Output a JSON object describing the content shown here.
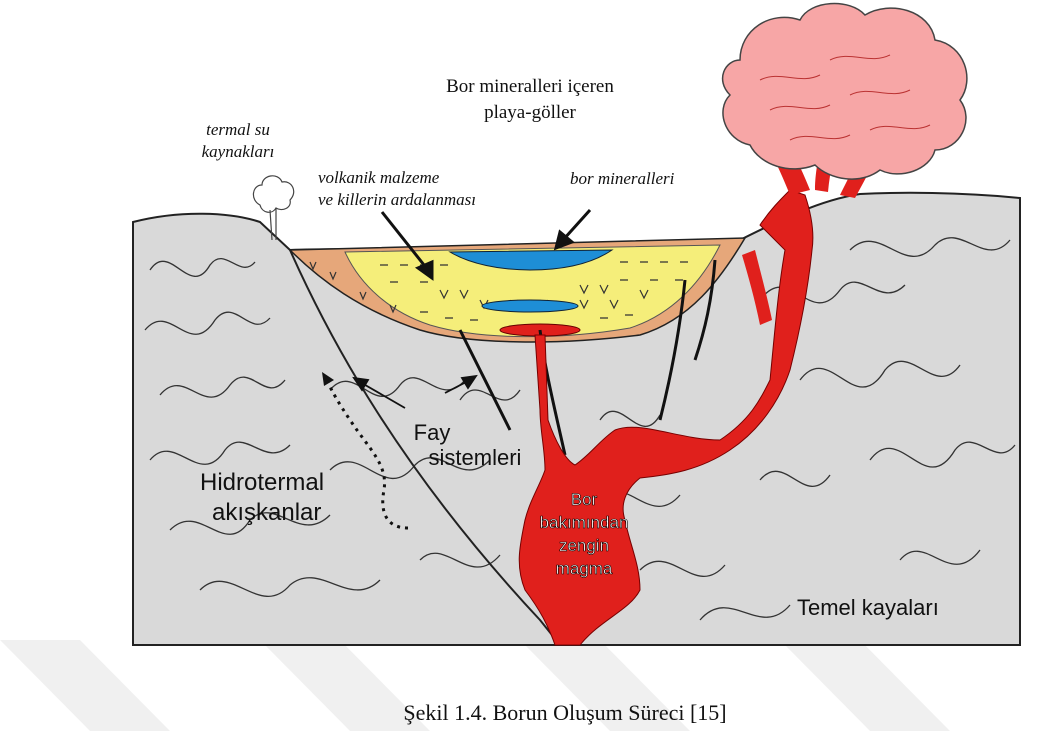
{
  "labels": {
    "playa_line1": "Bor mineralleri içeren",
    "playa_line2": "playa-göller",
    "termal_line1": "termal su",
    "termal_line2": "kaynakları",
    "volkanik_line1": "volkanik malzeme",
    "volkanik_line2": "ve killerin ardalanması",
    "bor_mineralleri": "bor mineralleri",
    "fay_line1": "Fay",
    "fay_line2": "sistemleri",
    "hidro_line1": "Hidrotermal",
    "hidro_line2": "akışkanlar",
    "magma_line1": "Bor",
    "magma_line2": "bakımından",
    "magma_line3": "zengin",
    "magma_line4": "magma",
    "temel": "Temel kayaları"
  },
  "caption": "Şekil 1.4. Borun Oluşum Süreci [15]",
  "colors": {
    "rock": "#d9d9d9",
    "sediment": "#f5ee7a",
    "margin": "#e6a77a",
    "water": "#1e8ed6",
    "magma": "#e0201c",
    "cloud": "#f27c7c",
    "ink": "#222222"
  }
}
